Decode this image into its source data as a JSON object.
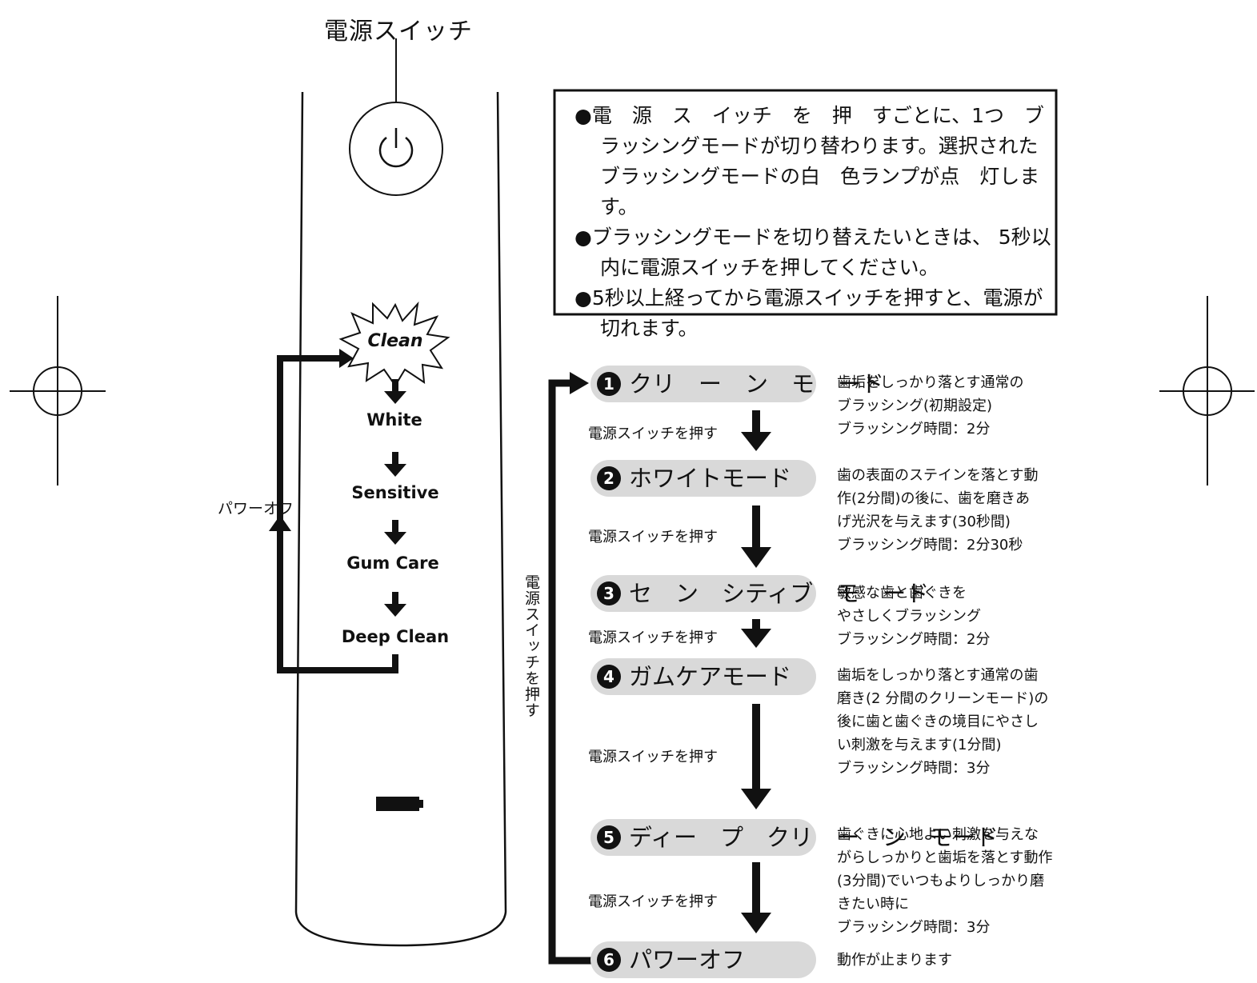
{
  "diagram": {
    "power_switch_label": "電源スイッチ",
    "device_modes": [
      "Clean",
      "White",
      "Sensitive",
      "Gum Care",
      "Deep Clean"
    ],
    "power_off_label": "パワーオフ",
    "vertical_label": "電源スイッチを押す",
    "note_lines": [
      "●電　源　ス　イッチ　を　押　すごとに、1つ　ブ　ラッシングモードが切り替わります。選択されたブラッシングモードの白　色ランプが点　灯します。",
      "●ブラッシングモードを切り替えたいときは、 5秒以内に電源スイッチを押してください。",
      "●5秒以上経ってから電源スイッチを押すと、電源が切れます。"
    ],
    "press_label": "電源スイッチを押す",
    "modes": [
      {
        "num": "1",
        "name": "クリ　ー　ン　モ　ード",
        "desc": [
          "歯垢をしっかり落とす通常の",
          "ブラッシング(初期設定)",
          "ブラッシング時間：2分"
        ]
      },
      {
        "num": "2",
        "name": "ホワイトモード",
        "desc": [
          "歯の表面のステインを落とす動",
          "作(2分間)の後に、歯を磨きあ",
          "げ光沢を与えます(30秒間)",
          "ブラッシング時間：2分30秒"
        ]
      },
      {
        "num": "3",
        "name": "セ　ン　シティブ　モ　ード",
        "desc": [
          "敏感な歯と歯ぐきを",
          "やさしくブラッシング",
          "ブラッシング時間：2分"
        ]
      },
      {
        "num": "4",
        "name": "ガムケアモード",
        "desc": [
          "歯垢をしっかり落とす通常の歯",
          "磨き(2 分間のクリーンモード)の",
          "後に歯と歯ぐきの境目にやさし",
          "い刺激を与えます(1分間)",
          "ブラッシング時間：3分"
        ]
      },
      {
        "num": "5",
        "name": "ディー　プ　クリ　ー　ン　モード",
        "desc": [
          "歯ぐきに心地よい刺激を与えな",
          "がらしっかりと歯垢を落とす動作",
          "(3分間)でいつもよりしっかり磨",
          "きたい時に",
          "ブラッシング時間：3分"
        ]
      },
      {
        "num": "6",
        "name": "パワーオフ",
        "desc": [
          "動作が止まります"
        ]
      }
    ]
  }
}
